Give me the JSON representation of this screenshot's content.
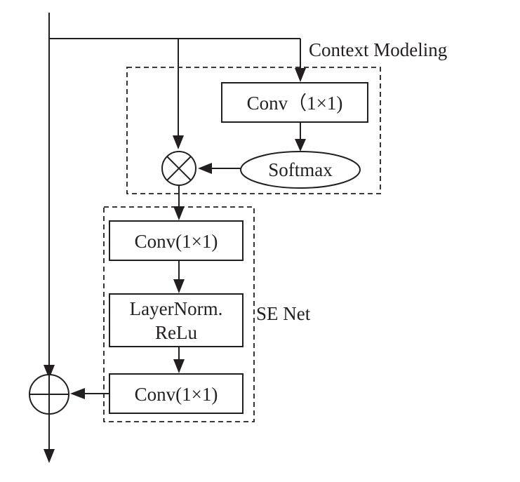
{
  "groups": {
    "context_modeling": "Context Modeling",
    "se_net": "SE Net"
  },
  "nodes": {
    "conv_top": "Conv（1×1)",
    "softmax": "Softmax",
    "conv_1": "Conv(1×1)",
    "layernorm_line1": "LayerNorm.",
    "layernorm_line2": "ReLu",
    "conv_2": "Conv(1×1)"
  },
  "operators": {
    "multiply": "⊗",
    "add": "⊕"
  },
  "colors": {
    "ink": "#231f20",
    "background": "#ffffff"
  }
}
